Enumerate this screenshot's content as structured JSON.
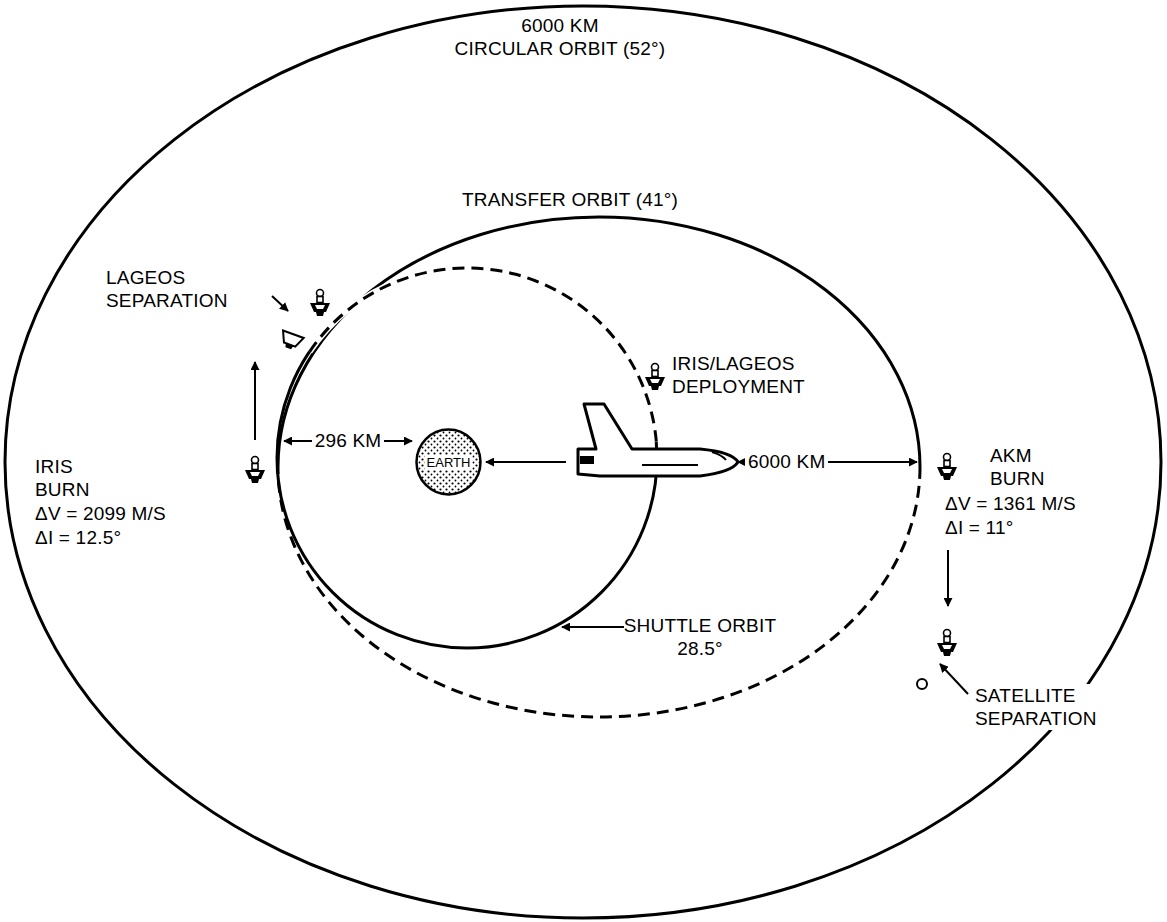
{
  "diagram": {
    "nodes": [
      {
        "text": [
          "EARTH"
        ]
      }
    ],
    "labels": [
      "6000 KM CIRCULAR ORBIT (52°)",
      "TRANSFER ORBIT (41°)",
      "LAGEOS SEPARATION",
      "IRIS/LAGEOS DEPLOYMENT",
      "296 KM",
      "6000 KM",
      "IRIS BURN",
      "ΔV = 2099 M/S",
      "ΔI = 12.5°",
      "AKM BURN",
      "ΔV = 1361 M/S",
      "ΔI = 11°",
      "SHUTTLE ORBIT 28.5°",
      "SATELLITE SEPARATION"
    ]
  }
}
